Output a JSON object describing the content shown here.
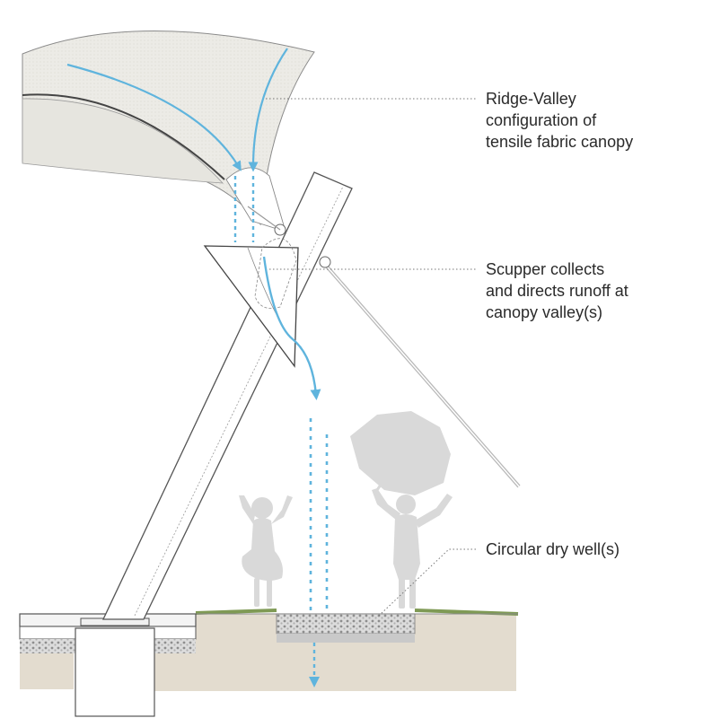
{
  "labels": {
    "canopy": [
      "Ridge-Valley",
      "configuration of",
      "tensile fabric canopy"
    ],
    "scupper": [
      "Scupper collects",
      "and directs runoff at",
      "canopy valley(s)"
    ],
    "drywell": [
      "Circular dry well(s)"
    ]
  },
  "colors": {
    "water": "#5fb4dd",
    "canopy_fill": "#ecebe6",
    "outline": "#6a6a6a",
    "leader": "#777777",
    "silhouette": "#d9d9d9",
    "soil": "#e3dccf",
    "grass": "#7f9a55",
    "gravel": "#a7a7a7"
  }
}
